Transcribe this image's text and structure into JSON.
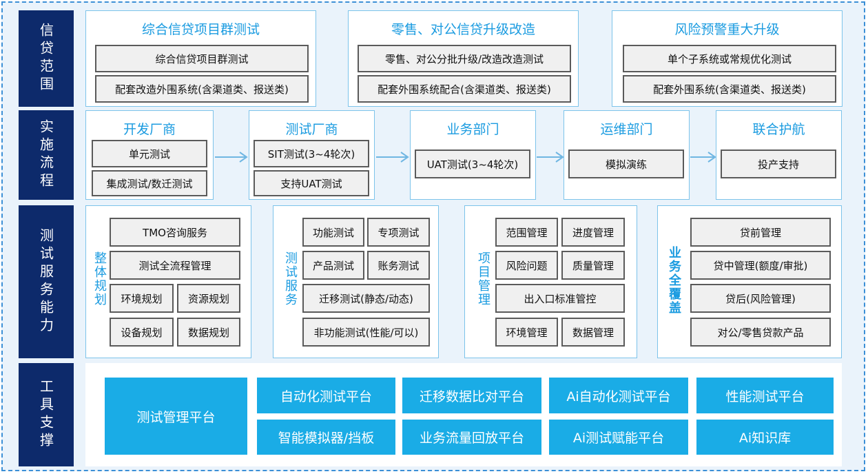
{
  "sides": {
    "scope": "信贷范围",
    "process": "实施流程",
    "capability": "测试服务能力",
    "tools": "工具支撑"
  },
  "scope": {
    "cards": [
      {
        "title": "综合信贷项目群测试",
        "items": [
          "综合信贷项目群测试",
          "配套改造外围系统(含渠道类、报送类)"
        ]
      },
      {
        "title": "零售、对公信贷升级改造",
        "items": [
          "零售、对公分批升级/改造改造测试",
          "配套外围系统配合(含渠道类、报送类)"
        ]
      },
      {
        "title": "风险预警重大升级",
        "items": [
          "单个子系统或常规优化测试",
          "配套外围系统(含渠道类、报送类)"
        ]
      }
    ]
  },
  "process": {
    "steps": [
      {
        "title": "开发厂商",
        "items": [
          "单元测试",
          "集成测试/数迁测试"
        ]
      },
      {
        "title": "测试厂商",
        "items": [
          "SIT测试(3~4轮次)",
          "支持UAT测试"
        ]
      },
      {
        "title": "业务部门",
        "items": [
          "UAT测试(3~4轮次)"
        ]
      },
      {
        "title": "运维部门",
        "items": [
          "模拟演练"
        ]
      },
      {
        "title": "联合护航",
        "items": [
          "投产支持"
        ]
      }
    ]
  },
  "capability": {
    "overall": {
      "title": "整体规划",
      "items": [
        "TMO咨询服务",
        "测试全流程管理",
        "环境规划",
        "资源规划",
        "设备规划",
        "数据规划"
      ]
    },
    "service": {
      "title": "测试服务",
      "items": [
        "功能测试",
        "专项测试",
        "产品测试",
        "账务测试",
        "迁移测试(静态/动态)",
        "非功能测试(性能/可以)"
      ]
    },
    "project": {
      "title": "项目管理",
      "items": [
        "范围管理",
        "进度管理",
        "风险问题",
        "质量管理",
        "出入口标准管控",
        "环境管理",
        "数据管理"
      ]
    },
    "business": {
      "title": "业务全覆盖",
      "items": [
        "贷前管理",
        "贷中管理(额度/审批)",
        "贷后(风险管理)",
        "对公/零售贷款产品"
      ]
    }
  },
  "tools": {
    "main": "测试管理平台",
    "items": [
      "自动化测试平台",
      "迁移数据比对平台",
      "Ai自动化测试平台",
      "性能测试平台",
      "智能模拟器/挡板",
      "业务流量回放平台",
      "Ai测试赋能平台",
      "Ai知识库"
    ]
  },
  "colors": {
    "navy": "#0d2a6b",
    "accent": "#1a9be0",
    "tool": "#1aace6",
    "border": "#7cc3ea"
  }
}
